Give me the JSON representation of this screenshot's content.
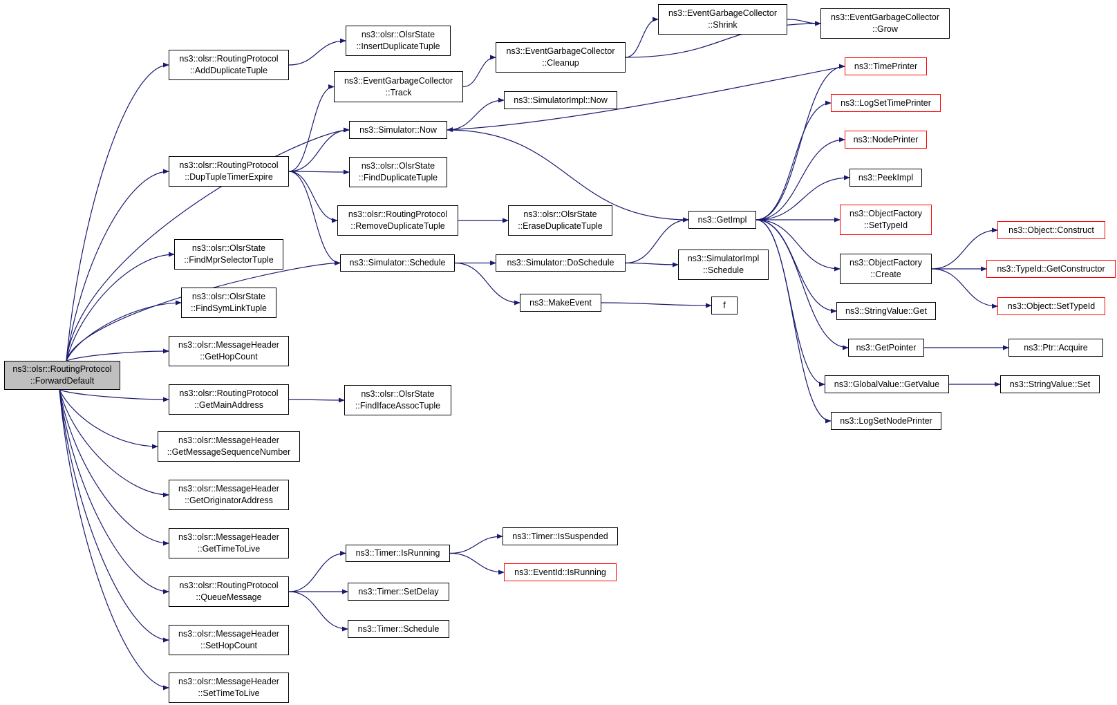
{
  "colors": {
    "edge": "#191970",
    "node_border": "#000000",
    "truncated_border": "#ff0000",
    "root_fill": "#bfbfbf"
  },
  "nodes": [
    {
      "id": "root",
      "lines": [
        "ns3::olsr::RoutingProtocol",
        "::ForwardDefault"
      ],
      "root": true
    },
    {
      "id": "addDup",
      "lines": [
        "ns3::olsr::RoutingProtocol",
        "::AddDuplicateTuple"
      ]
    },
    {
      "id": "dupExpire",
      "lines": [
        "ns3::olsr::RoutingProtocol",
        "::DupTupleTimerExpire"
      ]
    },
    {
      "id": "findMpr",
      "lines": [
        "ns3::olsr::OlsrState",
        "::FindMprSelectorTuple"
      ]
    },
    {
      "id": "findSym",
      "lines": [
        "ns3::olsr::OlsrState",
        "::FindSymLinkTuple"
      ]
    },
    {
      "id": "getHop",
      "lines": [
        "ns3::olsr::MessageHeader",
        "::GetHopCount"
      ]
    },
    {
      "id": "getMain",
      "lines": [
        "ns3::olsr::RoutingProtocol",
        "::GetMainAddress"
      ]
    },
    {
      "id": "getSeq",
      "lines": [
        "ns3::olsr::MessageHeader",
        "::GetMessageSequenceNumber"
      ]
    },
    {
      "id": "getOrig",
      "lines": [
        "ns3::olsr::MessageHeader",
        "::GetOriginatorAddress"
      ]
    },
    {
      "id": "getTtl",
      "lines": [
        "ns3::olsr::MessageHeader",
        "::GetTimeToLive"
      ]
    },
    {
      "id": "queueMsg",
      "lines": [
        "ns3::olsr::RoutingProtocol",
        "::QueueMessage"
      ]
    },
    {
      "id": "setHop",
      "lines": [
        "ns3::olsr::MessageHeader",
        "::SetHopCount"
      ]
    },
    {
      "id": "setTtl",
      "lines": [
        "ns3::olsr::MessageHeader",
        "::SetTimeToLive"
      ]
    },
    {
      "id": "insertDup",
      "lines": [
        "ns3::olsr::OlsrState",
        "::InsertDuplicateTuple"
      ]
    },
    {
      "id": "track",
      "lines": [
        "ns3::EventGarbageCollector",
        "::Track"
      ]
    },
    {
      "id": "simNow",
      "lines": [
        "ns3::Simulator::Now"
      ]
    },
    {
      "id": "findDup",
      "lines": [
        "ns3::olsr::OlsrState",
        "::FindDuplicateTuple"
      ]
    },
    {
      "id": "removeDup",
      "lines": [
        "ns3::olsr::RoutingProtocol",
        "::RemoveDuplicateTuple"
      ]
    },
    {
      "id": "simSchedule",
      "lines": [
        "ns3::Simulator::Schedule"
      ]
    },
    {
      "id": "findIface",
      "lines": [
        "ns3::olsr::OlsrState",
        "::FindIfaceAssocTuple"
      ]
    },
    {
      "id": "timerRunning",
      "lines": [
        "ns3::Timer::IsRunning"
      ]
    },
    {
      "id": "timerSetDelay",
      "lines": [
        "ns3::Timer::SetDelay"
      ]
    },
    {
      "id": "timerSchedule",
      "lines": [
        "ns3::Timer::Schedule"
      ]
    },
    {
      "id": "cleanup",
      "lines": [
        "ns3::EventGarbageCollector",
        "::Cleanup"
      ]
    },
    {
      "id": "implNow",
      "lines": [
        "ns3::SimulatorImpl::Now"
      ]
    },
    {
      "id": "eraseDup",
      "lines": [
        "ns3::olsr::OlsrState",
        "::EraseDuplicateTuple"
      ]
    },
    {
      "id": "doSchedule",
      "lines": [
        "ns3::Simulator::DoSchedule"
      ]
    },
    {
      "id": "makeEvent",
      "lines": [
        "ns3::MakeEvent"
      ]
    },
    {
      "id": "timerSuspended",
      "lines": [
        "ns3::Timer::IsSuspended"
      ]
    },
    {
      "id": "eventRunning",
      "lines": [
        "ns3::EventId::IsRunning"
      ],
      "red": true
    },
    {
      "id": "shrink",
      "lines": [
        "ns3::EventGarbageCollector",
        "::Shrink"
      ]
    },
    {
      "id": "grow",
      "lines": [
        "ns3::EventGarbageCollector",
        "::Grow"
      ]
    },
    {
      "id": "getImpl",
      "lines": [
        "ns3::GetImpl"
      ]
    },
    {
      "id": "implSchedule",
      "lines": [
        "ns3::SimulatorImpl",
        "::Schedule"
      ]
    },
    {
      "id": "f",
      "lines": [
        "f"
      ]
    },
    {
      "id": "timePrinter",
      "lines": [
        "ns3::TimePrinter"
      ],
      "red": true
    },
    {
      "id": "logSetTime",
      "lines": [
        "ns3::LogSetTimePrinter"
      ],
      "red": true
    },
    {
      "id": "nodePrinter",
      "lines": [
        "ns3::NodePrinter"
      ],
      "red": true
    },
    {
      "id": "peekImpl",
      "lines": [
        "ns3::PeekImpl"
      ]
    },
    {
      "id": "ofSetType",
      "lines": [
        "ns3::ObjectFactory",
        "::SetTypeId"
      ],
      "red": true
    },
    {
      "id": "ofCreate",
      "lines": [
        "ns3::ObjectFactory",
        "::Create"
      ]
    },
    {
      "id": "strGet",
      "lines": [
        "ns3::StringValue::Get"
      ]
    },
    {
      "id": "getPointer",
      "lines": [
        "ns3::GetPointer"
      ]
    },
    {
      "id": "gvGet",
      "lines": [
        "ns3::GlobalValue::GetValue"
      ]
    },
    {
      "id": "logSetNode",
      "lines": [
        "ns3::LogSetNodePrinter"
      ]
    },
    {
      "id": "objConstruct",
      "lines": [
        "ns3::Object::Construct"
      ],
      "red": true
    },
    {
      "id": "tidGetCtor",
      "lines": [
        "ns3::TypeId::GetConstructor"
      ],
      "red": true
    },
    {
      "id": "objSetType",
      "lines": [
        "ns3::Object::SetTypeId"
      ],
      "red": true
    },
    {
      "id": "ptrAcquire",
      "lines": [
        "ns3::Ptr::Acquire"
      ]
    },
    {
      "id": "strSet",
      "lines": [
        "ns3::StringValue::Set"
      ]
    }
  ],
  "edges": [
    [
      "root",
      "addDup"
    ],
    [
      "root",
      "dupExpire"
    ],
    [
      "root",
      "findMpr"
    ],
    [
      "root",
      "findSym"
    ],
    [
      "root",
      "getHop"
    ],
    [
      "root",
      "getMain"
    ],
    [
      "root",
      "getSeq"
    ],
    [
      "root",
      "getOrig"
    ],
    [
      "root",
      "getTtl"
    ],
    [
      "root",
      "queueMsg"
    ],
    [
      "root",
      "setHop"
    ],
    [
      "root",
      "setTtl"
    ],
    [
      "root",
      "simNow"
    ],
    [
      "root",
      "simSchedule"
    ],
    [
      "addDup",
      "insertDup"
    ],
    [
      "dupExpire",
      "track"
    ],
    [
      "dupExpire",
      "simNow"
    ],
    [
      "dupExpire",
      "findDup"
    ],
    [
      "dupExpire",
      "removeDup"
    ],
    [
      "dupExpire",
      "simSchedule"
    ],
    [
      "getMain",
      "findIface"
    ],
    [
      "queueMsg",
      "timerRunning"
    ],
    [
      "queueMsg",
      "timerSetDelay"
    ],
    [
      "queueMsg",
      "timerSchedule"
    ],
    [
      "track",
      "cleanup"
    ],
    [
      "simNow",
      "implNow"
    ],
    [
      "simNow",
      "getImpl"
    ],
    [
      "removeDup",
      "eraseDup"
    ],
    [
      "simSchedule",
      "doSchedule"
    ],
    [
      "simSchedule",
      "makeEvent"
    ],
    [
      "timerRunning",
      "timerSuspended"
    ],
    [
      "timerRunning",
      "eventRunning"
    ],
    [
      "cleanup",
      "shrink"
    ],
    [
      "cleanup",
      "grow"
    ],
    [
      "shrink",
      "grow"
    ],
    [
      "doSchedule",
      "getImpl"
    ],
    [
      "doSchedule",
      "implSchedule"
    ],
    [
      "makeEvent",
      "f"
    ],
    [
      "getImpl",
      "timePrinter"
    ],
    [
      "getImpl",
      "logSetTime"
    ],
    [
      "getImpl",
      "nodePrinter"
    ],
    [
      "getImpl",
      "peekImpl"
    ],
    [
      "getImpl",
      "ofSetType"
    ],
    [
      "getImpl",
      "ofCreate"
    ],
    [
      "getImpl",
      "strGet"
    ],
    [
      "getImpl",
      "getPointer"
    ],
    [
      "getImpl",
      "gvGet"
    ],
    [
      "getImpl",
      "logSetNode"
    ],
    [
      "timePrinter",
      "simNow"
    ],
    [
      "ofCreate",
      "objConstruct"
    ],
    [
      "ofCreate",
      "tidGetCtor"
    ],
    [
      "ofCreate",
      "objSetType"
    ],
    [
      "getPointer",
      "ptrAcquire"
    ],
    [
      "gvGet",
      "strSet"
    ]
  ]
}
